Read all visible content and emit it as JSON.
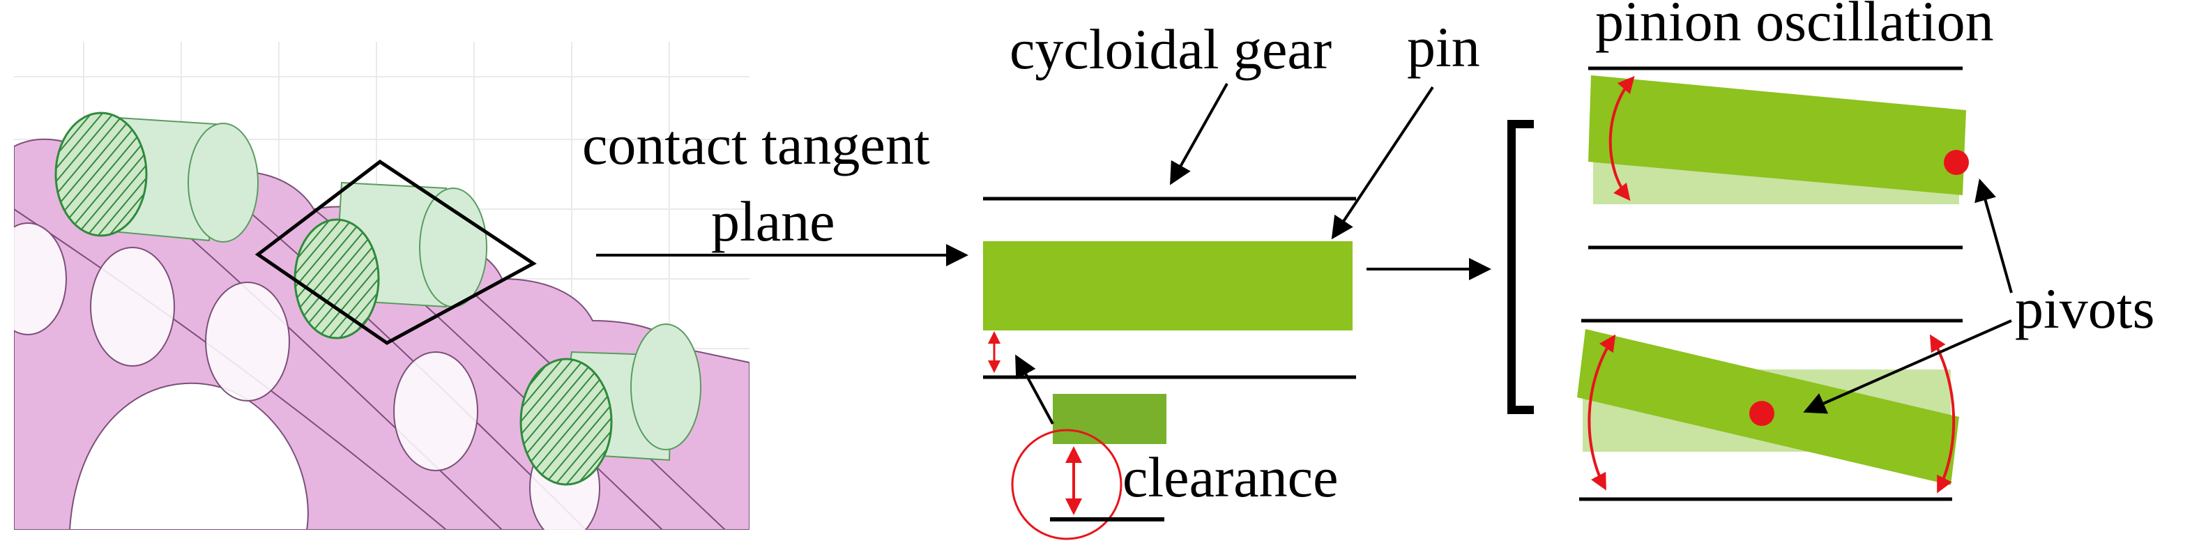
{
  "labels": {
    "contact_tangent_plane_line1": "contact tangent",
    "contact_tangent_plane_line2": "plane",
    "cycloidal_gear": "cycloidal gear",
    "pin": "pin",
    "clearance": "clearance",
    "pinion_oscillation": "pinion oscillation",
    "pivots": "pivots"
  },
  "colors": {
    "pin_green": "#8dc21f",
    "pin_green_dark": "#79b02c",
    "pin_green_light": "#c9e3a1",
    "gear_pink": "#e7b6e0",
    "cylinder_mint": "#d4ecd6",
    "hatch_green": "#2f8a3c",
    "pivot_red": "#e8141b",
    "line_black": "#000000"
  },
  "icons": [
    "double-headed-arrow",
    "red-pivot-dot",
    "square-bracket"
  ]
}
